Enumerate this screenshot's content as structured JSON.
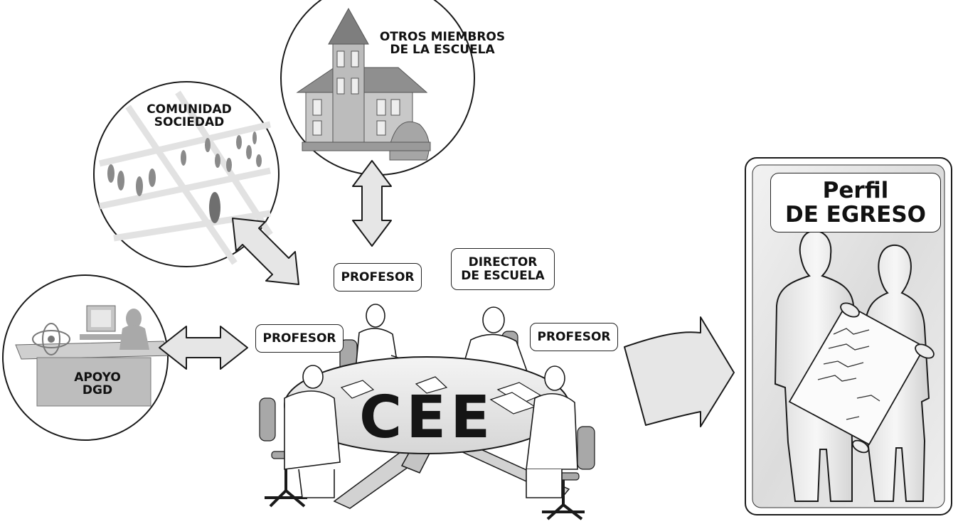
{
  "circles": {
    "otros": {
      "line1": "OTROS MIEMBROS",
      "line2": "DE LA ESCUELA"
    },
    "comunidad": {
      "line1": "COMUNIDAD",
      "line2": "SOCIEDAD"
    },
    "apoyo": {
      "line1": "APOYO",
      "line2": "DGD"
    }
  },
  "roles": {
    "profesor_top": "PROFESOR",
    "director_line1": "DIRECTOR",
    "director_line2": "DE ESCUELA",
    "profesor_left": "PROFESOR",
    "profesor_right": "PROFESOR"
  },
  "table_label": "CEE",
  "perfil": {
    "line1": "Perfil",
    "line2": "DE EGRESO"
  },
  "colors": {
    "stroke": "#1a1a1a",
    "arrow_fill": "#e6e6e6",
    "gray": "#9a9a9a",
    "light_gray": "#d8d8d8"
  }
}
